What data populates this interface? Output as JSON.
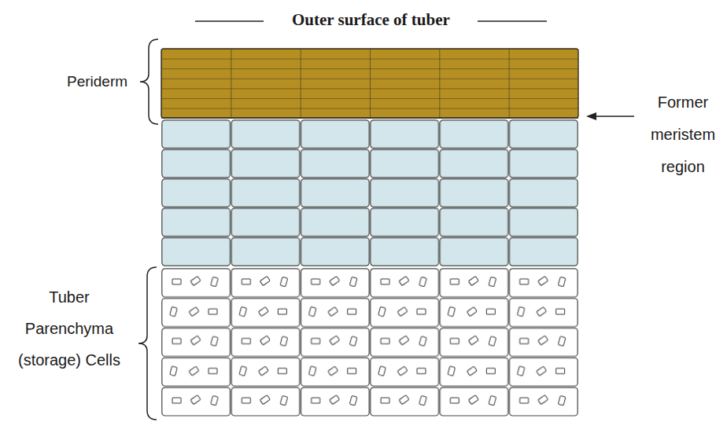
{
  "diagram": {
    "labels": [
      "Outer surface of tuber",
      "Periderm",
      "Former meristem region",
      "Tuber Parenchyma (storage) Cells"
    ]
  }
}
